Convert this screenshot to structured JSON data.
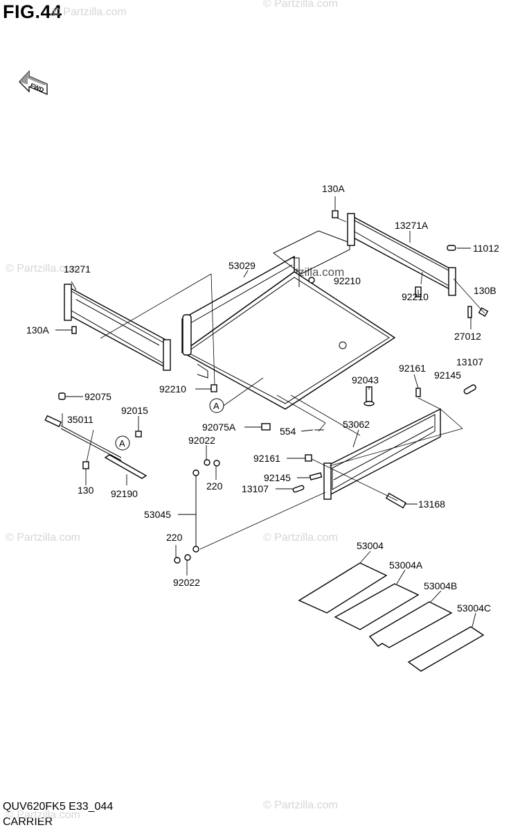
{
  "figure": {
    "title": "FIG.44",
    "model_code": "QUV620FK5 E33_044",
    "name": "CARRIER",
    "fwd_label": "FWD",
    "ref_marker": "A"
  },
  "watermark": {
    "text": "© Partzilla.com",
    "overlay_text": "Partzilla.com"
  },
  "labels": {
    "130A_top": "130A",
    "13271A": "13271A",
    "11012": "11012",
    "53029": "53029",
    "92210_top": "92210",
    "92210_right": "92210",
    "130B": "130B",
    "27012": "27012",
    "13271": "13271",
    "130A_left": "130A",
    "92210_left": "92210",
    "92043": "92043",
    "92161_top": "92161",
    "13107_top": "13107",
    "92145_top": "92145",
    "92075": "92075",
    "35011": "35011",
    "92015": "92015",
    "130": "130",
    "92190": "92190",
    "92075A": "92075A",
    "554": "554",
    "53062": "53062",
    "92022_top": "92022",
    "220_top": "220",
    "92161_mid": "92161",
    "92145_mid": "92145",
    "13107_mid": "13107",
    "13168": "13168",
    "53045": "53045",
    "220_bottom": "220",
    "92022_bottom": "92022",
    "53004": "53004",
    "53004A": "53004A",
    "53004B": "53004B",
    "53004C": "53004C"
  },
  "colors": {
    "line": "#000000",
    "background": "#ffffff",
    "watermark": "#d6d6d6"
  }
}
